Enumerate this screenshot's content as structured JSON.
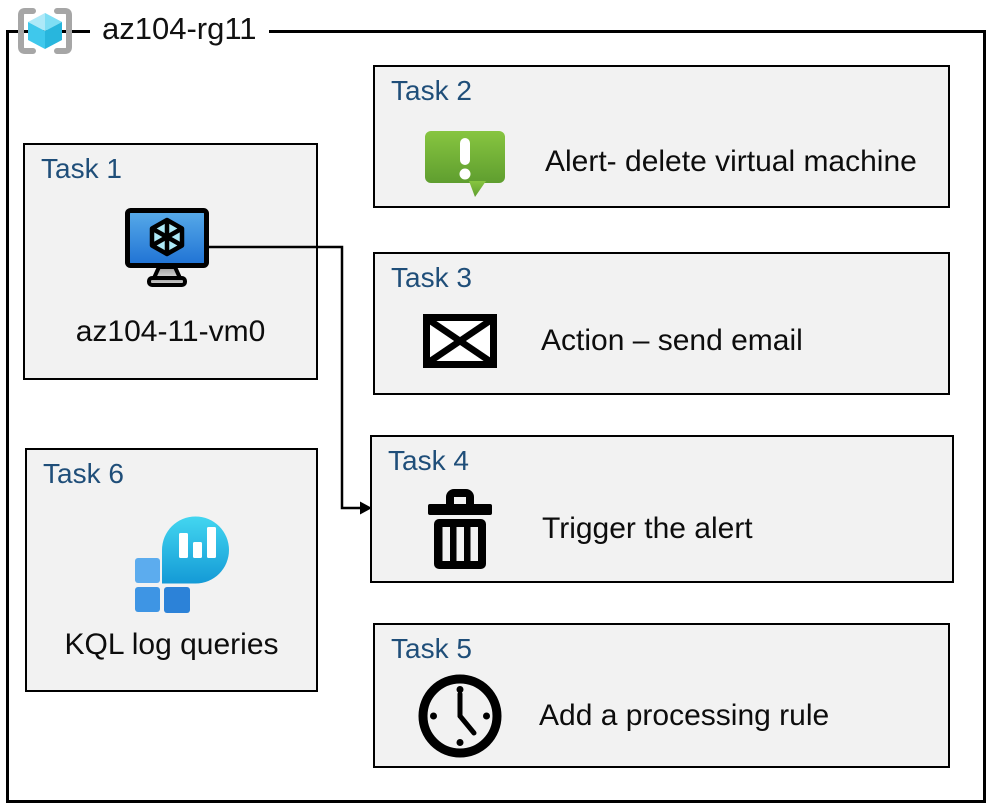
{
  "resource_group": {
    "name": "az104-rg11",
    "icon": "resource-group-icon"
  },
  "tasks": [
    {
      "label": "Task 1",
      "content": "az104-11-vm0",
      "icon": "virtual-machine-icon"
    },
    {
      "label": "Task 2",
      "content": "Alert- delete virtual machine",
      "icon": "alert-message-icon"
    },
    {
      "label": "Task 3",
      "content": "Action – send email",
      "icon": "email-envelope-icon"
    },
    {
      "label": "Task 4",
      "content": "Trigger the alert",
      "icon": "trash-delete-icon"
    },
    {
      "label": "Task 5",
      "content": "Add a processing rule",
      "icon": "clock-icon"
    },
    {
      "label": "Task 6",
      "content": "KQL log queries",
      "icon": "log-analytics-icon"
    }
  ],
  "connector": {
    "from": "Task 1 az104-11-vm0",
    "to": "Task 4 Trigger the alert",
    "style": "elbow-arrow"
  },
  "colors": {
    "task_label": "#1f4e79",
    "box_background": "#f2f2f2",
    "box_border": "#000000",
    "text": "#0d0d0d",
    "alert_green_top": "#87c540",
    "alert_green_bottom": "#5f9e2f",
    "vm_screen_top": "#58abe9",
    "vm_screen_bottom": "#1f72d4",
    "log_balloon_top": "#43d6f0",
    "log_balloon_bottom": "#149ad6",
    "log_square_light": "#5cacee",
    "log_square_mid": "#3e95e4",
    "log_square_dark": "#2c82d8",
    "rg_bracket_gray": "#a6a6a6",
    "rg_cube_cyan": "#50d5ef"
  }
}
